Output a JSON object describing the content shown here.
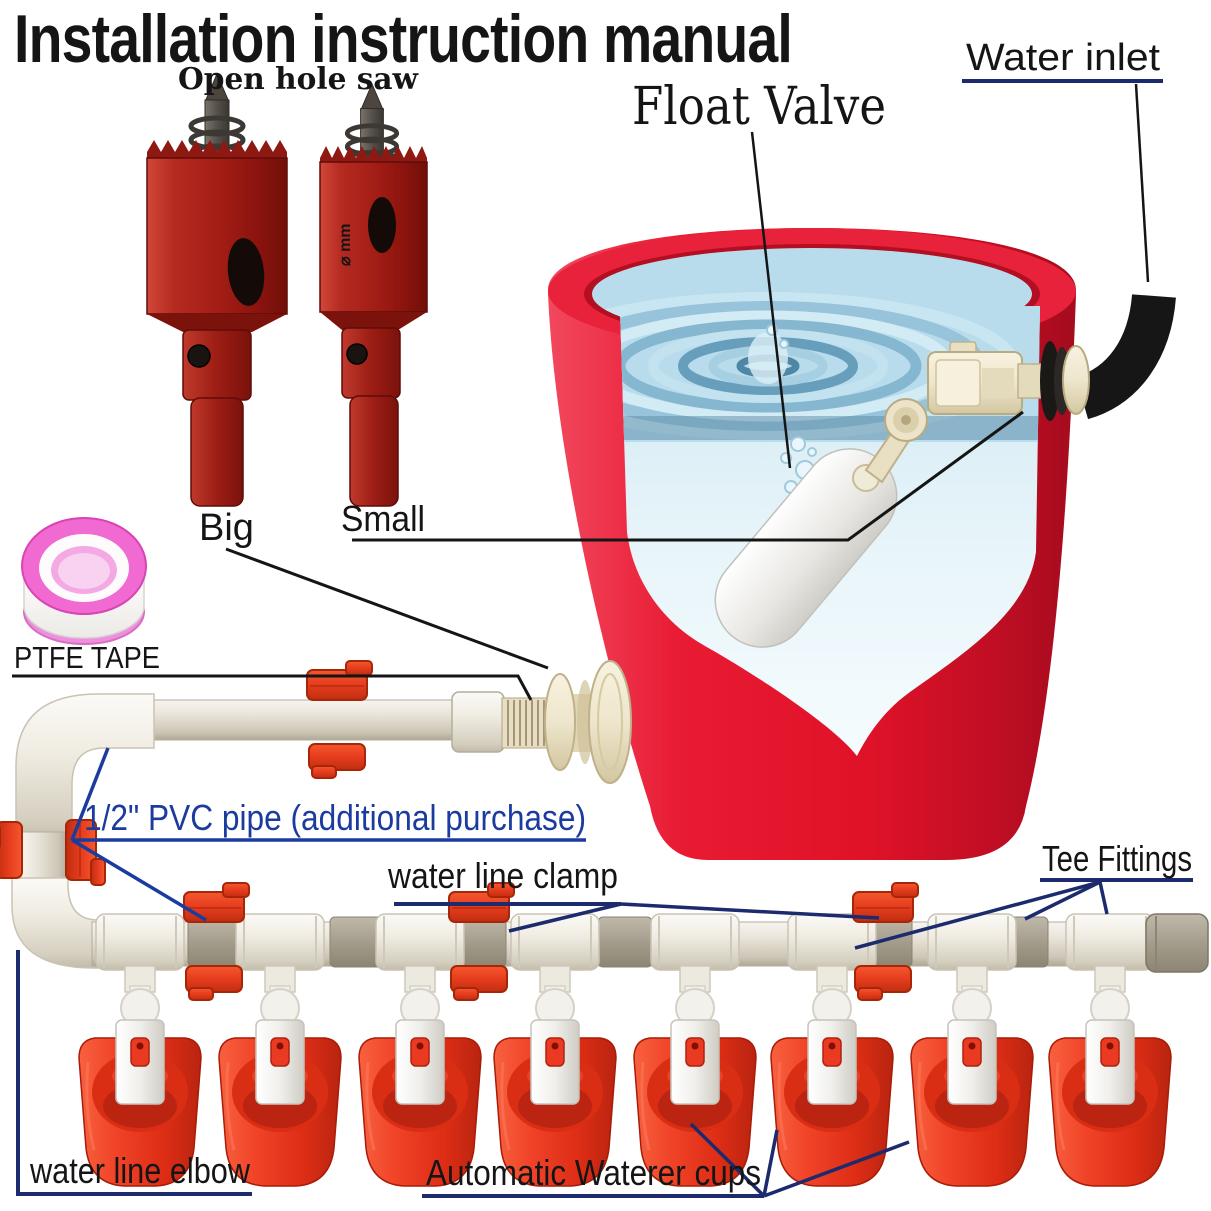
{
  "title": "Installation instruction manual",
  "labels": {
    "open_hole_saw": "Open hole saw",
    "big": "Big",
    "small": "Small",
    "saw_marking": "⌀ mm",
    "float_valve": "Float Valve",
    "water_inlet": "Water inlet",
    "ptfe_tape": "PTFE TAPE",
    "pvc_pipe": "1/2\" PVC pipe (additional purchase)",
    "water_line_clamp": "water line clamp",
    "tee_fittings": "Tee Fittings",
    "water_line_elbow": "water line elbow",
    "waterer_cups": "Automatic Waterer cups"
  },
  "colors": {
    "bucket_red": "#e51a31",
    "cup_red": "#ee3b25",
    "clamp_red": "#e63c1e",
    "pipe_bone": "#eae5da",
    "fitting_cream": "#eee6cc",
    "tape_pink": "#f06ad2",
    "hose_black": "#161616",
    "water_blue": "#a8d3e6",
    "label_black": "#151515",
    "label_navy": "#1c2a6e",
    "label_blue": "#1b3c9e"
  },
  "components": {
    "cup_count": 8,
    "tee_count": 8,
    "clamp_count": 5,
    "hole_saw_sizes": [
      "Big",
      "Small"
    ]
  }
}
